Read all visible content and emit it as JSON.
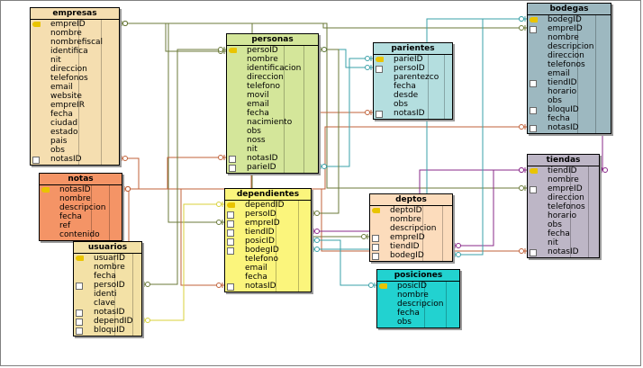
{
  "tables": [
    {
      "id": "empresas",
      "name": "empresas",
      "color": "#f5deb0",
      "fields": [
        {
          "n": "empreID",
          "k": "pk"
        },
        {
          "n": "nombre",
          "k": ""
        },
        {
          "n": "nombrefiscal",
          "k": ""
        },
        {
          "n": "identifica",
          "k": ""
        },
        {
          "n": "nit",
          "k": ""
        },
        {
          "n": "direccion",
          "k": ""
        },
        {
          "n": "telefonos",
          "k": ""
        },
        {
          "n": "email",
          "k": ""
        },
        {
          "n": "website",
          "k": ""
        },
        {
          "n": "empreIR",
          "k": ""
        },
        {
          "n": "fecha",
          "k": ""
        },
        {
          "n": "ciudad",
          "k": ""
        },
        {
          "n": "estado",
          "k": ""
        },
        {
          "n": "pais",
          "k": ""
        },
        {
          "n": "obs",
          "k": ""
        },
        {
          "n": "notasID",
          "k": "fk"
        }
      ]
    },
    {
      "id": "personas",
      "name": "personas",
      "color": "#d4e69a",
      "fields": [
        {
          "n": "persoID",
          "k": "pk"
        },
        {
          "n": "nombre",
          "k": ""
        },
        {
          "n": "identificacion",
          "k": ""
        },
        {
          "n": "direccion",
          "k": ""
        },
        {
          "n": "telefono",
          "k": ""
        },
        {
          "n": "movil",
          "k": ""
        },
        {
          "n": "email",
          "k": ""
        },
        {
          "n": "fecha",
          "k": ""
        },
        {
          "n": "nacimiento",
          "k": ""
        },
        {
          "n": "obs",
          "k": ""
        },
        {
          "n": "noss",
          "k": ""
        },
        {
          "n": "nit",
          "k": ""
        },
        {
          "n": "notasID",
          "k": "fk"
        },
        {
          "n": "parieID",
          "k": "fk"
        }
      ]
    },
    {
      "id": "parientes",
      "name": "parientes",
      "color": "#b4dedf",
      "fields": [
        {
          "n": "parieID",
          "k": "pk"
        },
        {
          "n": "persoID",
          "k": "fk"
        },
        {
          "n": "parentezco",
          "k": ""
        },
        {
          "n": "fecha",
          "k": ""
        },
        {
          "n": "desde",
          "k": ""
        },
        {
          "n": "obs",
          "k": ""
        },
        {
          "n": "notasID",
          "k": "fk"
        }
      ]
    },
    {
      "id": "bodegas",
      "name": "bodegas",
      "color": "#9db8c0",
      "fields": [
        {
          "n": "bodegID",
          "k": "pk"
        },
        {
          "n": "empreID",
          "k": "fk"
        },
        {
          "n": "nombre",
          "k": ""
        },
        {
          "n": "descripcion",
          "k": ""
        },
        {
          "n": "direccion",
          "k": ""
        },
        {
          "n": "telefonos",
          "k": ""
        },
        {
          "n": "email",
          "k": ""
        },
        {
          "n": "tiendID",
          "k": "fk"
        },
        {
          "n": "horario",
          "k": ""
        },
        {
          "n": "obs",
          "k": ""
        },
        {
          "n": "bloquID",
          "k": "fk"
        },
        {
          "n": "fecha",
          "k": ""
        },
        {
          "n": "notasID",
          "k": "fk"
        }
      ]
    },
    {
      "id": "notas",
      "name": "notas",
      "color": "#f49466",
      "fields": [
        {
          "n": "notasID",
          "k": "pk"
        },
        {
          "n": "nombre",
          "k": ""
        },
        {
          "n": "descripcion",
          "k": ""
        },
        {
          "n": "fecha",
          "k": ""
        },
        {
          "n": "ref",
          "k": ""
        },
        {
          "n": "contenido",
          "k": ""
        }
      ]
    },
    {
      "id": "dependientes",
      "name": "dependientes",
      "color": "#fbf57c",
      "fields": [
        {
          "n": "dependID",
          "k": "pk"
        },
        {
          "n": "persoID",
          "k": "fk"
        },
        {
          "n": "empreID",
          "k": "fk"
        },
        {
          "n": "tiendID",
          "k": "fk"
        },
        {
          "n": "posicID",
          "k": "fk"
        },
        {
          "n": "bodegID",
          "k": "fk"
        },
        {
          "n": "telefono",
          "k": ""
        },
        {
          "n": "email",
          "k": ""
        },
        {
          "n": "fecha",
          "k": ""
        },
        {
          "n": "notasID",
          "k": "fk"
        }
      ]
    },
    {
      "id": "deptos",
      "name": "deptos",
      "color": "#fcdcbc",
      "fields": [
        {
          "n": "deptoID",
          "k": "pk"
        },
        {
          "n": "nombre",
          "k": ""
        },
        {
          "n": "descripcion",
          "k": ""
        },
        {
          "n": "empreID",
          "k": "fk"
        },
        {
          "n": "tiendID",
          "k": "fk"
        },
        {
          "n": "bodegID",
          "k": "fk"
        }
      ]
    },
    {
      "id": "tiendas",
      "name": "tiendas",
      "color": "#bdb6c6",
      "fields": [
        {
          "n": "tiendID",
          "k": "pk"
        },
        {
          "n": "nombre",
          "k": ""
        },
        {
          "n": "empreID",
          "k": "fk"
        },
        {
          "n": "direccion",
          "k": ""
        },
        {
          "n": "telefonos",
          "k": ""
        },
        {
          "n": "horario",
          "k": ""
        },
        {
          "n": "obs",
          "k": ""
        },
        {
          "n": "fecha",
          "k": ""
        },
        {
          "n": "nit",
          "k": ""
        },
        {
          "n": "notasID",
          "k": "fk"
        }
      ]
    },
    {
      "id": "usuarios",
      "name": "usuarios",
      "color": "#f3e1a6",
      "fields": [
        {
          "n": "usuarID",
          "k": "pk"
        },
        {
          "n": "nombre",
          "k": ""
        },
        {
          "n": "fecha",
          "k": ""
        },
        {
          "n": "persoID",
          "k": "fk"
        },
        {
          "n": "identi",
          "k": ""
        },
        {
          "n": "clave",
          "k": ""
        },
        {
          "n": "notasID",
          "k": "fk"
        },
        {
          "n": "dependID",
          "k": "fk"
        },
        {
          "n": "bloquID",
          "k": "fk"
        }
      ]
    },
    {
      "id": "posiciones",
      "name": "posiciones",
      "color": "#22d2d0",
      "fields": [
        {
          "n": "posicID",
          "k": "pk"
        },
        {
          "n": "nombre",
          "k": ""
        },
        {
          "n": "descripcion",
          "k": ""
        },
        {
          "n": "fecha",
          "k": ""
        },
        {
          "n": "obs",
          "k": ""
        }
      ]
    }
  ],
  "links": [
    {
      "from": "empresas.empreID",
      "to": "personas",
      "color": "#6b7a3a"
    },
    {
      "from": "empresas.empreID",
      "to": "dependientes.empreID",
      "color": "#6b7a3a"
    },
    {
      "from": "empresas.empreID",
      "to": "bodegas.empreID",
      "color": "#6b7a3a"
    },
    {
      "from": "empresas.empreID",
      "to": "tiendas.empreID",
      "color": "#6b7a3a"
    },
    {
      "from": "empresas.empreID",
      "to": "deptos.empreID",
      "color": "#6b7a3a"
    },
    {
      "from": "notas.notasID",
      "to": "empresas.notasID",
      "color": "#c0623a"
    },
    {
      "from": "notas.notasID",
      "to": "tiendas.notasID",
      "color": "#c0623a"
    },
    {
      "from": "notas.notasID",
      "to": "bodegas.notasID",
      "color": "#c0623a"
    },
    {
      "from": "notas.notasID",
      "to": "parientes.notasID",
      "color": "#c0623a"
    },
    {
      "from": "notas.notasID",
      "to": "dependientes.notasID",
      "color": "#c0623a"
    },
    {
      "from": "notas.notasID",
      "to": "personas.notasID",
      "color": "#c0623a"
    },
    {
      "from": "notas.notasID",
      "to": "usuarios.notasID",
      "color": "#c0623a"
    },
    {
      "from": "personas.persoID",
      "to": "parientes.persoID",
      "color": "#3aa0a8"
    },
    {
      "from": "parientes.parieID",
      "to": "personas.parieID",
      "color": "#3aa0a8"
    },
    {
      "from": "personas.persoID",
      "to": "dependientes.persoID",
      "color": "#6b7a3a"
    },
    {
      "from": "personas.persoID",
      "to": "usuarios.persoID",
      "color": "#6b7a3a"
    },
    {
      "from": "tiendas.tiendID",
      "to": "bodegas.tiendID",
      "color": "#8a2a8a"
    },
    {
      "from": "tiendas.tiendID",
      "to": "dependientes.tiendID",
      "color": "#8a2a8a"
    },
    {
      "from": "tiendas.tiendID",
      "to": "deptos.tiendID",
      "color": "#8a2a8a"
    },
    {
      "from": "bodegas.bodegID",
      "to": "dependientes.bodegID",
      "color": "#3aa0a8"
    },
    {
      "from": "bodegas.bodegID",
      "to": "deptos.bodegID",
      "color": "#3aa0a8"
    },
    {
      "from": "posiciones.posicID",
      "to": "dependientes.posicID",
      "color": "#3aa0a8"
    },
    {
      "from": "dependientes.dependID",
      "to": "usuarios.dependID",
      "color": "#d8d23a"
    }
  ]
}
